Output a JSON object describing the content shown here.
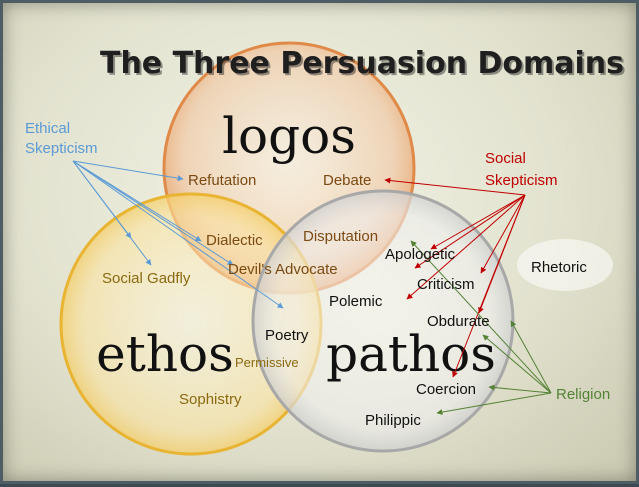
{
  "title": "The Three Persuasion Domains",
  "domains": {
    "logos": "logos",
    "ethos": "ethos",
    "pathos": "pathos"
  },
  "terms": {
    "refutation": "Refutation",
    "debate": "Debate",
    "dialectic": "Dialectic",
    "disputation": "Disputation",
    "devils_advocate": "Devil's Advocate",
    "apologetic": "Apologetic",
    "social_gadfly": "Social Gadfly",
    "criticism": "Criticism",
    "rhetoric": "Rhetoric",
    "polemic": "Polemic",
    "poetry": "Poetry",
    "obdurate": "Obdurate",
    "permissive": "Permissive",
    "sophistry": "Sophistry",
    "coercion": "Coercion",
    "philippic": "Philippic"
  },
  "sources": {
    "ethical_skepticism_line1": "Ethical",
    "ethical_skepticism_line2": "Skepticism",
    "social_skepticism_line1": "Social",
    "social_skepticism_line2": "Skepticism",
    "religion": "Religion"
  },
  "colors": {
    "ethical": "#5b9bd5",
    "social": "#c00000",
    "religion": "#548235",
    "term_brown": "#7a4a12",
    "term_olive": "#8a6a10",
    "term_black": "#111111"
  }
}
